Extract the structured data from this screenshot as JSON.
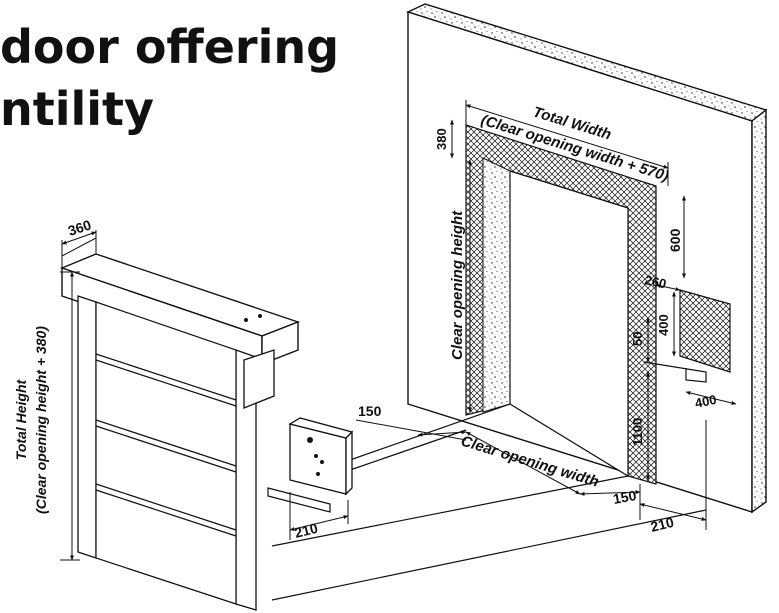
{
  "headline": {
    "line1": "door offering",
    "line2": "ntility"
  },
  "labels": {
    "total_width": "Total Width",
    "total_width_formula": "(Clear opening width + 570)",
    "clear_opening_height": "Clear opening height",
    "clear_opening_width": "Clear opening width",
    "total_height": "Total Height",
    "total_height_formula": "(Clear opening height + 380)"
  },
  "dimensions": {
    "header_depth": "360",
    "top_allowance": "380",
    "side_margin_top": "600",
    "control_panel_offset": "260",
    "control_panel_height": "400",
    "control_panel_gap": "50",
    "control_panel_width": "400",
    "control_panel_elevation": "1100",
    "left_clearance": "150",
    "right_clearance": "150",
    "right_depth": "210",
    "control_box_depth": "210"
  },
  "colors": {
    "line": "#111111",
    "wall_fill": "#ffffff",
    "hatch": "#111111"
  }
}
